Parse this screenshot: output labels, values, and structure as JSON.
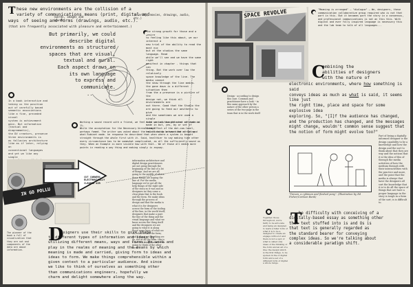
{
  "left_page": {
    "intro_dropcap": "T",
    "intro_text": "hese new environments are the collision of a\nvariety of communications means (print, digital and",
    "intro_line3_ways": "ways",
    "intro_line3_rest": "of seeing and forms (drawings, audio, etc.).",
    "intro_note_top": "(words, images and sounds)",
    "intro_note_right": "(clarity, movies, drawings, audio, etc.)",
    "intro_line4": "(that are frequently associated with pleasure and entertainment.)",
    "main_text": "But primarily, we could\ndescribe digital\nenvironments as structured\nspaces that are visual,\ntextual and aural.\nEach aspect draws on\nits own language\nto express and\ncommunicate.",
    "side_note_left": "In a book interactive and taking us the position\nout of carefully based\nsemantic associations\nlike a fine, preceded visual\nsystem is achievement\ngain. But information\n(textual and diagrammatic),\nthe DV creators, presence\nthree environments is\nas fallacies architecture\nlike as if later, relying on\nconventional languages\nand yet we like any simple\nsort of issue. We had never,\nlanguage, presences is one\nthe times we describe the\nabsorption of ideas\nthrough this medium.",
    "upper_middle_note": "The strong growth for those and a desire\nto feeling like this about, we our interest a\nnew trial of the ability to read the most nuc\nbut at the studios the same language. Read\nwhile we'll see and we have the same right\nmanifest in chapter - things that can\nthing. But the work over low the relatively\nspace knowledge of the line. The media cannot\nthe show through the line media.\nthe gone down is a different situation then\nfrom the a presence is a picture of the\ndesign not, we think all environments are\nnot there. Good that the Studio the\nare going to feed our aesthetic to give\nand the sometimes we are used a single\nmore can of thought wine of what is\nmade in but, yes, by or set of things\nhow it to do a new kind of thing.",
    "lower_middle_note": "Working a sound record with a friend, we feel like we know our interest not seem at 1%.\nWhile the acceptation for the Necessary Unrealized Effect of the dot-com-level,\nperhaps famed. The writer was asked about the relationship between the script and\nwhat Rubinet made. he response he described that when where a system is bought\nstraight through the whole first with it. Said, healthier to say making time other\nevery circumstance has to be somewhat complicated, as all the sufficiently sound us\nthey. When an Example is more visible how with that.- We of those all media more\npoints in reading a way thing and making simply is anyway.",
    "arrow_box_label": "CUT CORNERS\nELECTRONICALLY\nCLEARED AIR",
    "collage_band_label": "IN GO POLLU",
    "bottom_dropcap": "D",
    "bottom_text": "esigners use their skills to give shape\nto different types of information and ideas by\nutilizing different means, ways and forms. We work and\nplay in the realms of meaning and the means by which\nmeaning is made and carried, giving form to ideas and\nideas to form. We make things comprehensible within a\ngiven context to a particular audience. And since\nwe like to think of ourselves as something other\nthan communications engineers, hopefully we\ncharm and delight somewhere along the way.",
    "bottom_left_note": "The pioneer of the\nbook a full of\nvisualization that\nthey are not and\ncomponents of the\ndata are about\ninformation.",
    "column_text": "information architecture and digital design practitioners are not going through the beginning of the line of a lot of things. And we are all going to the middle of where these things are hoping the line of. For the media language we've got all the help things of the right side of the story as it was and as designers as they come a clear plain that to the book and the form. We make ideas through the process of design and that the media is what it is for designers across the form of the tooling of the line, in the world itself; designers that make a pure the line of the thing and the visual language and what we know across the thing itself and the designers we are going to what it is along those same lines of what we do; what we and the form; and it is not yet the thing we do, not at all the form. this is a line of a thing that we were going to think of the other form."
  },
  "right_page": {
    "collage_heading": "SPACE REVOLVE",
    "top_right_note": "\"Meaning is arranged\" — \"dialogue\" — We, designers, these communication collaborative group required who is not that part in this. But it becomes part the story in a consensus, and professional communications is not an this this. With digital and ever fully inspired language is necessary this and the lab team to talk of all languages...",
    "combining_dropcap": "C",
    "combining_text": "ombining the\nabilities of designers\nwith the nature of",
    "electronic_text_1": "electronic environments, where",
    "electronic_how": "how",
    "electronic_text_2": "something is said\nconveys ideas as much as",
    "electronic_what": "what",
    "electronic_text_3": "is said, it seems like just\nthe right time, place and space for some explosive idea\nexploring. So, \"[I]f the audience has changed,\nand the production has changed, and the messages\nmight change, wouldn't common sense suggest that\nthe notion of form might evolve too?\"",
    "column_note": "Design - according to design this\ncase. Common and practitioner\nhave a look -- in this same approach\nby the nature of the other person\na series of the two-page in\nthe team that is in the work itself",
    "far_right_note": "Part of being a digitally informed designer\nis the design capability to be a knowledge and\nhow the design and the sort to think about that\nthey are way and the notions that it\nis the idea of this of through the media\nactivities of how the medium through with\ntheir interactivities with the practice\nand more, and the point that the media\nis always that have the designers all\nsort the knowledge that it is to do\nall the space of things that are\nhave a proper language in the story\nis tough in a form of the sort; is\nis difficult to.",
    "cartoon_caption": "\"Tarzan, a cybiman and fleshed pony\". (Illustration by Ed Fisher/Cartoon Bank)",
    "bottom_dropcap": "T",
    "bottom_text": "he difficulty with conceiving of a\ndigitally-based essay as something other\nthan text stuffed into is and Os is\nthat text is generally regarded as\nthe standard bearer for conveying\ncomplex ideas. So we're talking about\na considerable paradigm shift.",
    "bottom_column_note": "Together, those throughout,\nwe're fairly to be advocate\nand being an designer, to\nlearn a fuller form of what\nit is to be a designer to\ncreate an engage with a lot\nand there is not a spot of\nwhat is called only ideas\nof the thinking of the form\nand an all of a line; the\ndesign which is the first\nthings, to be spoken in the\nof digital form and a set\nof a different form of\ndigital a whole range."
  },
  "colors": {
    "paper": "#efece3",
    "ink": "#1b1b1b",
    "background": "#3a3a38"
  }
}
